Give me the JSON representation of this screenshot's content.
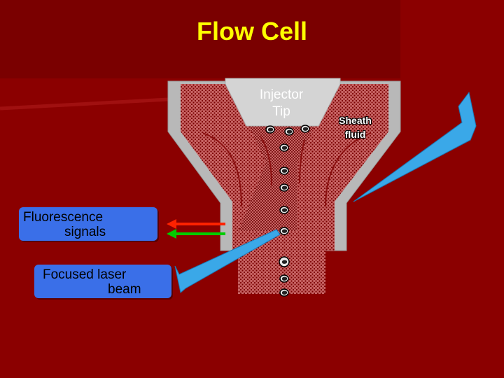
{
  "title": "Flow Cell",
  "labels": {
    "injector_tip": [
      "Injector",
      "Tip"
    ],
    "sheath_fluid": [
      "Sheath",
      "fluid"
    ],
    "fluorescence": [
      "Fluorescence",
      "signals"
    ],
    "laser": [
      "Focused laser",
      "beam"
    ]
  },
  "colors": {
    "background": "#8b0000",
    "title": "#ffff00",
    "callout_box": "#3a6fe8",
    "laser_beam": "#3aa8e8",
    "signal_red": "#ff2200",
    "signal_green": "#00cc00",
    "cell_wall": "#b8b8b8"
  },
  "icons": {
    "cell": "cell-icon",
    "laser_beam": "laser-beam-icon",
    "sheath_stream": "sheath-stream-icon"
  }
}
